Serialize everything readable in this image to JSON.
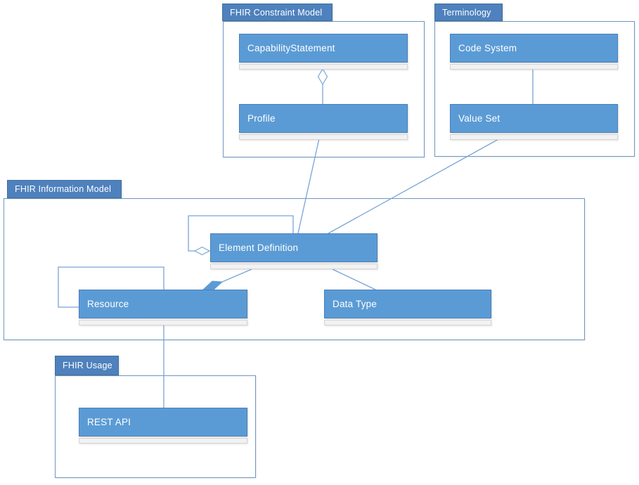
{
  "diagram": {
    "kind": "UML package diagram",
    "subject": "FHIR architecture overview"
  },
  "colors": {
    "package_tab_fill": "#4e81bd",
    "package_tab_border": "#41719c",
    "package_body_border": "#7096c2",
    "class_fill": "#5b9bd5",
    "class_border": "#4a7ebc",
    "class_text": "#ffffff",
    "compartment_fill": "#f2f2f2",
    "compartment_border": "#d6d6d6",
    "connector": "#78a4d8",
    "background": "#ffffff"
  },
  "packages": [
    {
      "label": "FHIR Constraint Model"
    },
    {
      "label": "Terminology"
    },
    {
      "label": "FHIR Information Model"
    },
    {
      "label": "FHIR Usage"
    }
  ],
  "classes": [
    {
      "label": "CapabilityStatement",
      "package": "FHIR Constraint Model"
    },
    {
      "label": "Profile",
      "package": "FHIR Constraint Model"
    },
    {
      "label": "Code System",
      "package": "Terminology"
    },
    {
      "label": "Value Set",
      "package": "Terminology"
    },
    {
      "label": "Element Definition",
      "package": "FHIR Information Model"
    },
    {
      "label": "Resource",
      "package": "FHIR Information Model"
    },
    {
      "label": "Data Type",
      "package": "FHIR Information Model"
    },
    {
      "label": "REST API",
      "package": "FHIR Usage"
    }
  ],
  "relationships": [
    {
      "from": "CapabilityStatement",
      "to": "Profile",
      "type": "aggregation",
      "diamond_at": "CapabilityStatement",
      "diamond_style": "hollow"
    },
    {
      "from": "Code System",
      "to": "Value Set",
      "type": "association"
    },
    {
      "from": "Profile",
      "to": "Element Definition",
      "type": "association"
    },
    {
      "from": "Value Set",
      "to": "Element Definition",
      "type": "association"
    },
    {
      "from": "Element Definition",
      "to": "Element Definition",
      "type": "self-aggregation",
      "diamond_at": "Element Definition",
      "diamond_style": "hollow"
    },
    {
      "from": "Resource",
      "to": "Resource",
      "type": "self-association"
    },
    {
      "from": "Element Definition",
      "to": "Resource",
      "type": "composition",
      "diamond_at": "Resource",
      "diamond_style": "filled"
    },
    {
      "from": "Element Definition",
      "to": "Data Type",
      "type": "association"
    },
    {
      "from": "Resource",
      "to": "REST API",
      "type": "association"
    }
  ]
}
